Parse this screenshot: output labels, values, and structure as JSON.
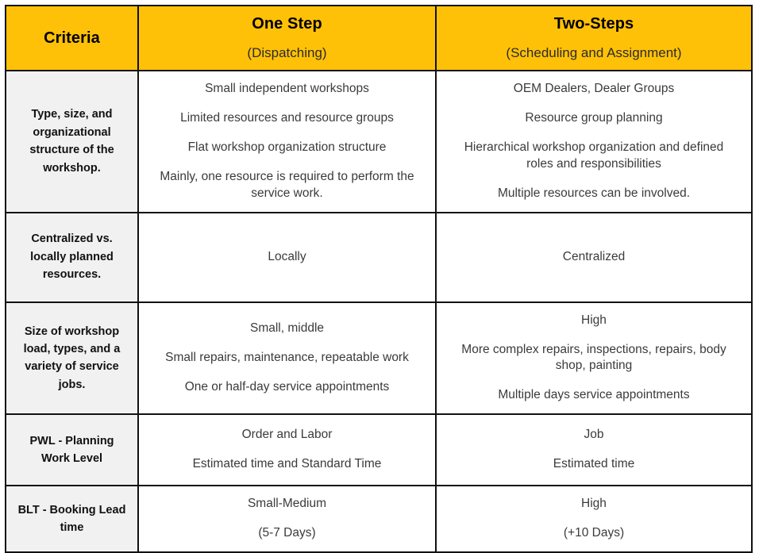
{
  "table": {
    "columns": [
      {
        "key": "criteria",
        "title": "Criteria",
        "subtitle": ""
      },
      {
        "key": "one_step",
        "title": "One Step",
        "subtitle": "(Dispatching)"
      },
      {
        "key": "two_steps",
        "title": "Two-Steps",
        "subtitle": "(Scheduling and Assignment)"
      }
    ],
    "rows": [
      {
        "criteria": "Type, size, and organizational structure of the workshop.",
        "one_step": [
          "Small independent workshops",
          "Limited resources and resource groups",
          "Flat workshop organization structure",
          "Mainly, one resource is required to perform the service work."
        ],
        "two_steps": [
          "OEM Dealers, Dealer Groups",
          "Resource group planning",
          "Hierarchical workshop organization and defined roles and responsibilities",
          "Multiple resources can be involved."
        ]
      },
      {
        "criteria": "Centralized vs. locally planned resources.",
        "one_step": [
          "Locally"
        ],
        "two_steps": [
          "Centralized"
        ]
      },
      {
        "criteria": "Size of workshop load, types, and a variety of service jobs.",
        "one_step": [
          "Small, middle",
          "Small repairs, maintenance, repeatable work",
          "One or half-day service appointments"
        ],
        "two_steps": [
          "High",
          "More complex repairs, inspections, repairs, body shop, painting",
          "Multiple days service appointments"
        ]
      },
      {
        "criteria": "PWL - Planning Work Level",
        "one_step": [
          "Order and Labor",
          "Estimated time and Standard Time"
        ],
        "two_steps": [
          "Job",
          "Estimated time"
        ]
      },
      {
        "criteria": "BLT - Booking Lead time",
        "one_step": [
          "Small-Medium",
          "(5-7 Days)"
        ],
        "two_steps": [
          "High",
          "(+10 Days)"
        ]
      }
    ]
  },
  "colors": {
    "header_background": "#FFC107",
    "criteria_background": "#F1F1F1",
    "cell_background": "#FFFFFF",
    "border": "#111111",
    "header_text": "#000000",
    "body_text": "#3B3B3B"
  }
}
